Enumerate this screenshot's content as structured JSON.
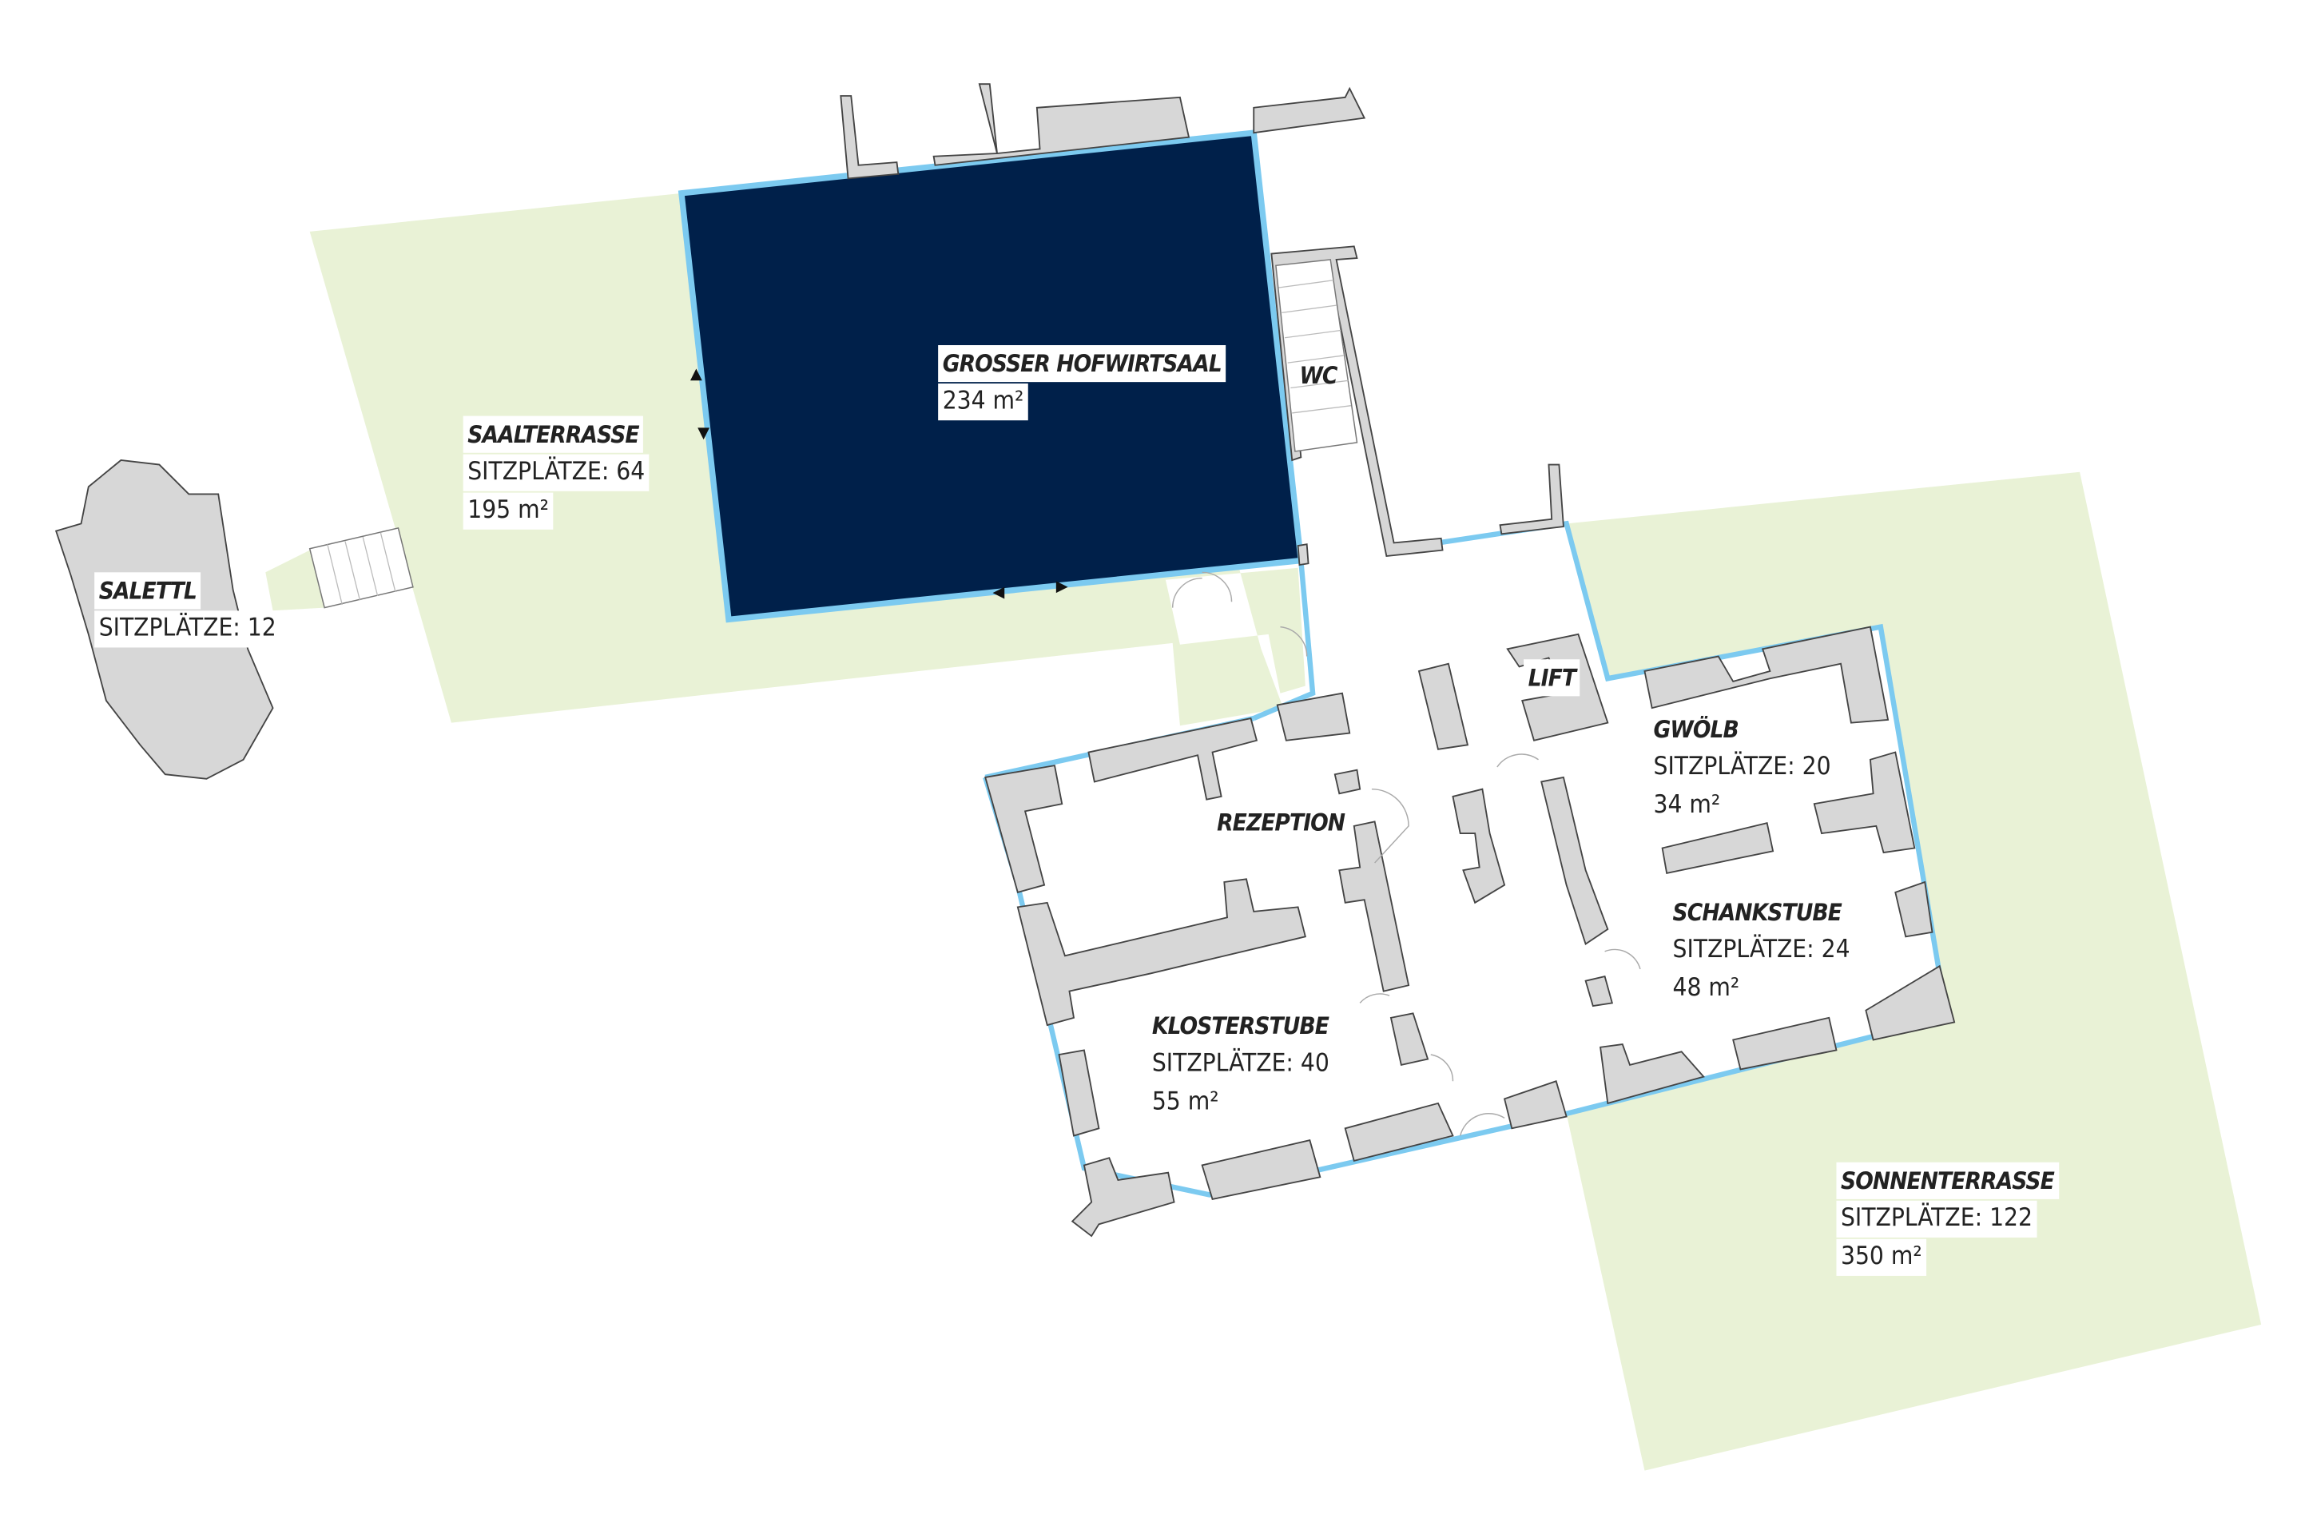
{
  "colors": {
    "terrace": "#e9f2d6",
    "hall": "#00204a",
    "outline": "#7ccaf0",
    "wall": "#d7d7d7"
  },
  "rooms": {
    "grosser_hofwirtsaal": {
      "name": "GROSSER HOFWIRTSAAL",
      "area": "234 m²"
    },
    "wc": {
      "name": "WC"
    },
    "saalterrasse": {
      "name": "SAALTERRASSE",
      "seats": "SITZPLÄTZE: 64",
      "area": "195 m²"
    },
    "salettl": {
      "name": "SALETTL",
      "seats": "SITZPLÄTZE: 12"
    },
    "lift": {
      "name": "LIFT"
    },
    "rezeption": {
      "name": "REZEPTION"
    },
    "gwoelb": {
      "name": "GWÖLB",
      "seats": "SITZPLÄTZE: 20",
      "area": "34 m²"
    },
    "schankstube": {
      "name": "SCHANKSTUBE",
      "seats": "SITZPLÄTZE: 24",
      "area": "48 m²"
    },
    "klosterstube": {
      "name": "KLOSTERSTUBE",
      "seats": "SITZPLÄTZE: 40",
      "area": "55 m²"
    },
    "sonnenterrasse": {
      "name": "SONNENTERRASSE",
      "seats": "SITZPLÄTZE: 122",
      "area": "350 m²"
    }
  }
}
